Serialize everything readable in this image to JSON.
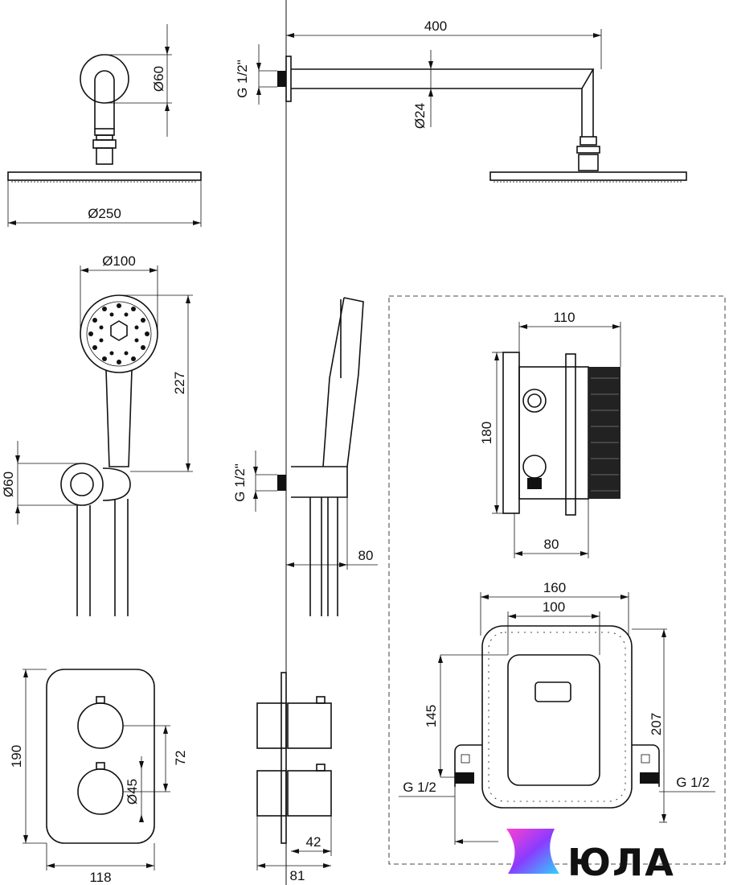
{
  "dimensions": {
    "arm_length": "400",
    "arm_flange_dia": "Ø60",
    "arm_thread": "G 1/2\"",
    "arm_pipe_dia": "Ø24",
    "head_dia": "Ø250",
    "hand_head_dia": "Ø100",
    "hand_length": "227",
    "holder_dia": "Ø60",
    "holder_thread": "G 1/2\"",
    "holder_depth": "80",
    "box_width_top": "110",
    "box_height": "180",
    "box_width_bottom": "80",
    "frame_outer": "160",
    "frame_inner": "100",
    "frame_height_inner": "145",
    "frame_height_outer": "207",
    "inlet_left": "G 1/2",
    "inlet_right": "G 1/2",
    "plate_height": "190",
    "knob_spacing": "72",
    "knob_dia": "Ø45",
    "plate_width": "118",
    "valve_projection": "42",
    "valve_total": "81"
  },
  "logo": {
    "text": "ЮЛА",
    "gradient": [
      "#ff3fd0",
      "#8a3cff",
      "#2fd3ff"
    ]
  }
}
